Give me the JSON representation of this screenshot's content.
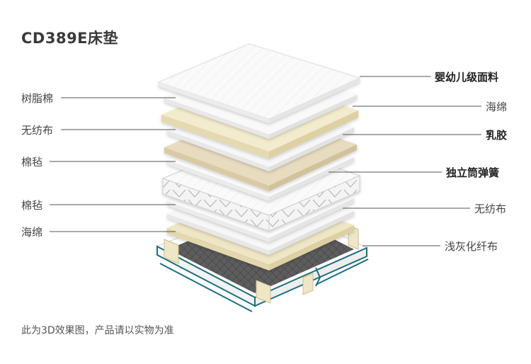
{
  "title": "CD389E床垫",
  "left_labels": [
    "树脂棉",
    "无纺布",
    "棉毡",
    "棉毡",
    "海绵"
  ],
  "right_labels": [
    "婴幼儿级面料",
    "海绵",
    "乳胶",
    "独立筒弹簧",
    "无纺布",
    "浅灰化纤布"
  ],
  "footer": "此为3D效果图，产品请以实物为准",
  "colors": {
    "accent": "#1f6f7a",
    "cream": "#efe6c6",
    "latex": "#e8dcc0",
    "dark_felt": "#5a5a5a"
  }
}
